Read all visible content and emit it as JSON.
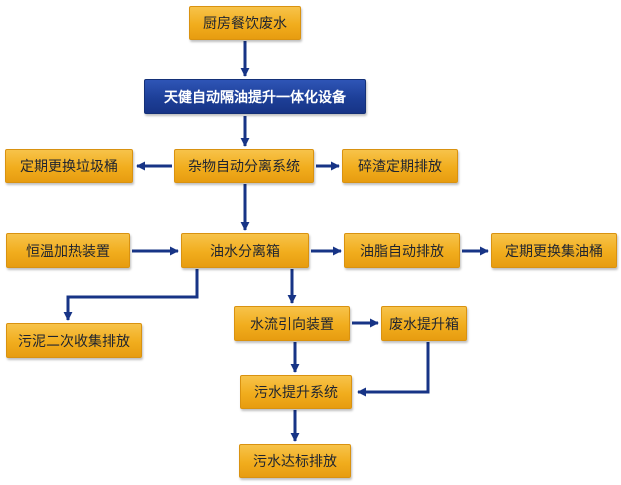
{
  "colors": {
    "node_fill": "#f1ad1d",
    "primary_fill": "#1d3f98",
    "arrow": "#173486"
  },
  "nodes": {
    "kitchen_wastewater": "厨房餐饮废水",
    "integrated_equipment": "天健自动隔油提升一体化设备",
    "sundries_separation": "杂物自动分离系统",
    "periodic_bin_change": "定期更换垃圾桶",
    "residue_discharge": "碎渣定期排放",
    "thermostatic_heating": "恒温加热装置",
    "oil_water_tank": "油水分离箱",
    "grease_discharge": "油脂自动排放",
    "periodic_oil_bucket": "定期更换集油桶",
    "sludge_discharge": "污泥二次收集排放",
    "flow_guide": "水流引向装置",
    "wastewater_lift_tank": "废水提升箱",
    "sewage_lift_system": "污水提升系统",
    "compliant_discharge": "污水达标排放"
  }
}
